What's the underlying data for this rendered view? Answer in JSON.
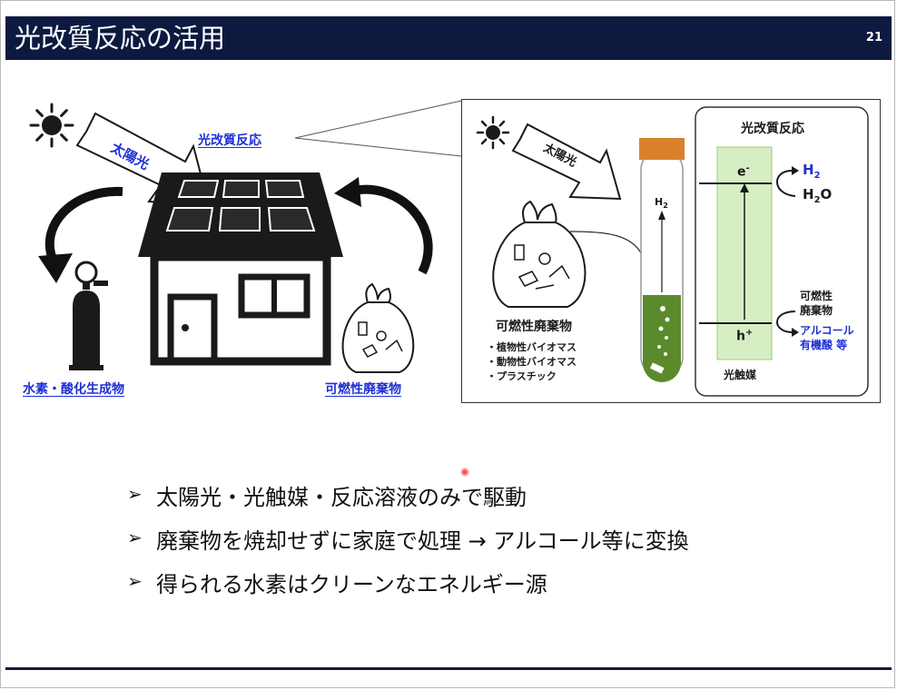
{
  "header": {
    "title": "光改質反応の活用",
    "page_number": "21"
  },
  "left": {
    "sunlight_label": "太陽光",
    "reaction_label": "光改質反応",
    "hydrogen_label": "水素・酸化生成物",
    "waste_label": "可燃性廃棄物"
  },
  "panel": {
    "sunlight_label": "太陽光",
    "waste_title": "可燃性廃棄物",
    "waste_items": [
      "・植物性バイオマス",
      "・動物性バイオマス",
      "・プラスチック"
    ],
    "tube_gas": "H",
    "tube_gas_sub": "2",
    "reaction_title": "光改質反応",
    "electron": "e",
    "electron_sup": "-",
    "hole": "h",
    "hole_sup": "+",
    "h2": "H",
    "h2_sub": "2",
    "h2o_h": "H",
    "h2o_sub": "2",
    "h2o_o": "O",
    "waste_input_1": "可燃性",
    "waste_input_2": "廃棄物",
    "product_1": "アルコール",
    "product_2": "有機酸 等",
    "catalyst_label": "光触媒"
  },
  "bullets": [
    "太陽光・光触媒・反応溶液のみで駆動",
    "廃棄物を焼却せずに家庭で処理 → アルコール等に変換",
    "得られる水素はクリーンなエネルギー源"
  ],
  "bullet_marker": "➢",
  "colors": {
    "header": "#0d1a40",
    "accent_blue": "#1d2fd6",
    "catalyst_green": "#d7eec4",
    "tube_liquid": "#5a8a2c",
    "tube_cap": "#d9822b"
  }
}
